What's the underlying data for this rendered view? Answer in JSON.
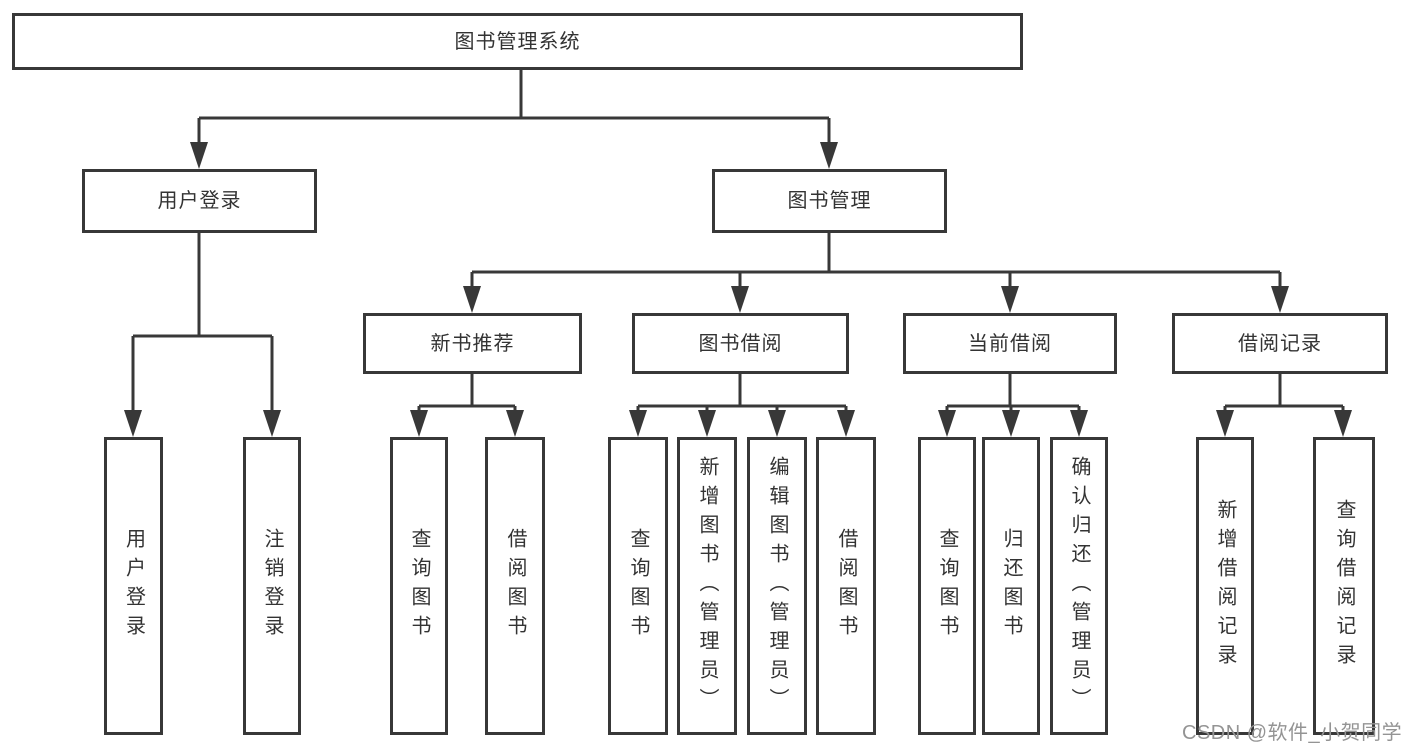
{
  "colors": {
    "line": "#383838",
    "box_border": "#383838",
    "text": "#333333",
    "watermark": "#949494",
    "background": "#ffffff"
  },
  "watermark": "CSDN @软件_小贺同学",
  "tree": {
    "root": {
      "label": "图书管理系统"
    },
    "branches": [
      {
        "label": "用户登录",
        "children": [
          {
            "label": "用户登录"
          },
          {
            "label": "注销登录"
          }
        ]
      },
      {
        "label": "图书管理",
        "children": [
          {
            "label": "新书推荐",
            "children": [
              {
                "label": "查询图书"
              },
              {
                "label": "借阅图书"
              }
            ]
          },
          {
            "label": "图书借阅",
            "children": [
              {
                "label": "查询图书"
              },
              {
                "label": "新增图书（管理员）"
              },
              {
                "label": "编辑图书（管理员）"
              },
              {
                "label": "借阅图书"
              }
            ]
          },
          {
            "label": "当前借阅",
            "children": [
              {
                "label": "查询图书"
              },
              {
                "label": "归还图书"
              },
              {
                "label": "确认归还（管理员）"
              }
            ]
          },
          {
            "label": "借阅记录",
            "children": [
              {
                "label": "新增借阅记录"
              },
              {
                "label": "查询借阅记录"
              }
            ]
          }
        ]
      }
    ]
  }
}
